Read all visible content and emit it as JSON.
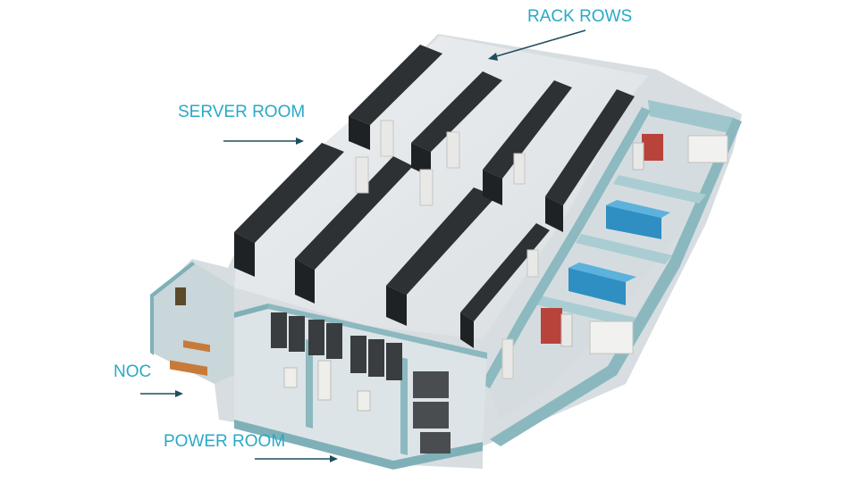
{
  "labels": {
    "rack_rows": "RACK ROWS",
    "server_room": "SERVER ROOM",
    "noc": "NOC",
    "power_room": "POWER ROOM"
  },
  "colors": {
    "label_text": "#2aa9c6",
    "arrow": "#1f4e5c",
    "rack": "#2e3134",
    "rack_light": "#e8e8e6",
    "floor": "#e3e7ea",
    "wall": "#9ec7cd",
    "generator": "#2f8fc2",
    "switchgear_red": "#b8433b"
  }
}
